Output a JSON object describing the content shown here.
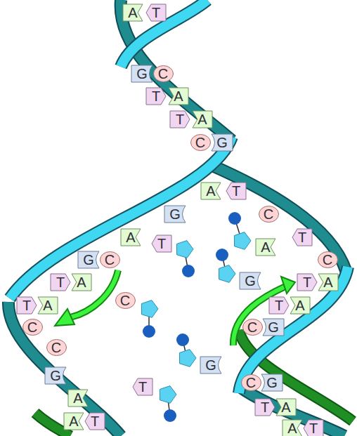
{
  "diagram": {
    "nodes": [
      {
        "text": [
          "A"
        ]
      },
      {
        "text": [
          "T"
        ]
      },
      {
        "text": [
          "G"
        ]
      },
      {
        "text": [
          "C"
        ]
      },
      {
        "text": [
          "T"
        ]
      },
      {
        "text": [
          "A"
        ]
      },
      {
        "text": [
          "T"
        ]
      },
      {
        "text": [
          "A"
        ]
      },
      {
        "text": [
          "C"
        ]
      },
      {
        "text": [
          "G"
        ]
      },
      {
        "text": [
          "A"
        ]
      },
      {
        "text": [
          "T"
        ]
      },
      {
        "text": [
          "G"
        ]
      },
      {
        "text": [
          "C"
        ]
      },
      {
        "text": [
          "A"
        ]
      },
      {
        "text": [
          "T"
        ]
      },
      {
        "text": [
          "T"
        ]
      },
      {
        "text": [
          "A"
        ]
      },
      {
        "text": [
          "G"
        ]
      },
      {
        "text": [
          "C"
        ]
      },
      {
        "text": [
          "C"
        ]
      },
      {
        "text": [
          "G"
        ]
      },
      {
        "text": [
          "T"
        ]
      },
      {
        "text": [
          "A"
        ]
      },
      {
        "text": [
          "T"
        ]
      },
      {
        "text": [
          "A"
        ]
      },
      {
        "text": [
          "C"
        ]
      },
      {
        "text": [
          "T"
        ]
      },
      {
        "text": [
          "A"
        ]
      },
      {
        "text": [
          "T"
        ]
      },
      {
        "text": [
          "A"
        ]
      },
      {
        "text": [
          "C"
        ]
      },
      {
        "text": [
          "C"
        ]
      },
      {
        "text": [
          "G"
        ]
      },
      {
        "text": [
          "C"
        ]
      },
      {
        "text": [
          "G"
        ]
      },
      {
        "text": [
          "G"
        ]
      },
      {
        "text": [
          "C"
        ]
      },
      {
        "text": [
          "G"
        ]
      },
      {
        "text": [
          "T"
        ]
      },
      {
        "text": [
          "A"
        ]
      },
      {
        "text": [
          "T"
        ]
      },
      {
        "text": [
          "A"
        ]
      },
      {
        "text": [
          "A"
        ]
      },
      {
        "text": [
          "T"
        ]
      },
      {
        "text": [
          "A"
        ]
      },
      {
        "text": [
          "T"
        ]
      }
    ]
  }
}
